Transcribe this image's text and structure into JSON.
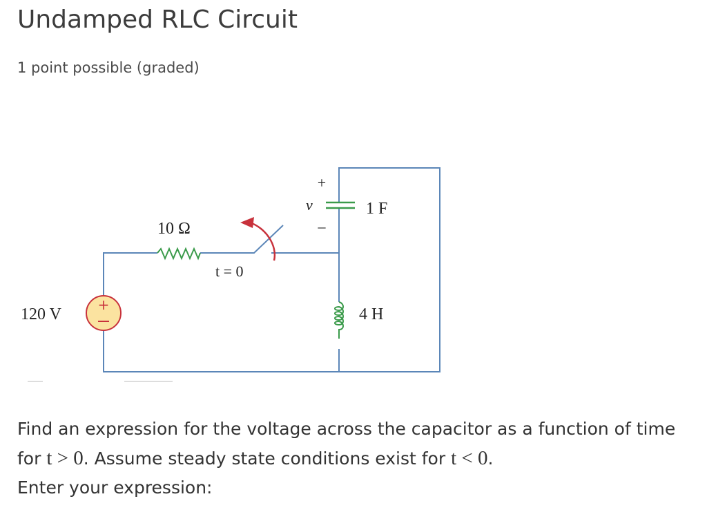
{
  "problem": {
    "title": "Undamped RLC Circuit",
    "points": "1 point possible (graded)"
  },
  "circuit": {
    "source_label": "120 V",
    "resistor_label": "10 Ω",
    "switch_label": "t = 0",
    "capacitor_label": "1 F",
    "capacitor_voltage": "v",
    "plus": "+",
    "minus": "–",
    "inductor_label": "4 H",
    "colors": {
      "wire": "#5b86b8",
      "component": "#3a9a4a",
      "switch_arrow": "#c8323c",
      "source_fill": "#fbe3a0",
      "source_stroke": "#c8323c"
    }
  },
  "prompt": {
    "part1": "Find an expression for the voltage across the capacitor as a function of time for ",
    "cond1": "t > 0",
    "part2": ". Assume steady state conditions exist for ",
    "cond2": "t < 0",
    "part3": ".",
    "part4": "Enter your expression:"
  }
}
